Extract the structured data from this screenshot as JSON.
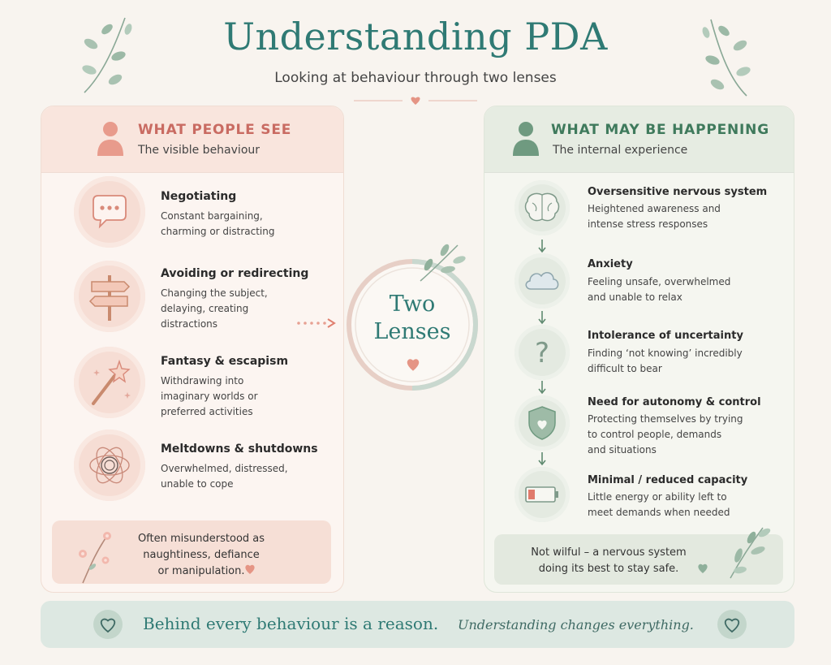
{
  "header": {
    "title": "Understanding PDA",
    "subtitle": "Looking at behaviour through two lenses"
  },
  "left": {
    "title": "WHAT PEOPLE SEE",
    "subtitle": "The visible behaviour",
    "items": [
      {
        "title": "Negotiating",
        "lines": [
          "Constant bargaining,",
          "charming or distracting"
        ],
        "icon": "speech-bubble-icon"
      },
      {
        "title": "Avoiding or redirecting",
        "lines": [
          "Changing the subject,",
          "delaying, creating",
          "distractions"
        ],
        "icon": "signpost-icon"
      },
      {
        "title": "Fantasy & escapism",
        "lines": [
          "Withdrawing into",
          "imaginary worlds or",
          "preferred activities"
        ],
        "icon": "magic-wand-icon"
      },
      {
        "title": "Meltdowns & shutdowns",
        "lines": [
          "Overwhelmed, distressed,",
          "unable to cope"
        ],
        "icon": "tangle-icon"
      }
    ],
    "callout": [
      "Often misunderstood as",
      "naughtiness, defiance",
      "or manipulation."
    ]
  },
  "right": {
    "title": "WHAT MAY BE HAPPENING",
    "subtitle": "The internal experience",
    "items": [
      {
        "title": "Oversensitive nervous system",
        "lines": [
          "Heightened awareness and",
          "intense stress responses"
        ],
        "icon": "brain-icon"
      },
      {
        "title": "Anxiety",
        "lines": [
          "Feeling unsafe, overwhelmed",
          "and unable to relax"
        ],
        "icon": "cloud-icon"
      },
      {
        "title": "Intolerance of uncertainty",
        "lines": [
          "Finding ‘not knowing’ incredibly",
          "difficult to bear"
        ],
        "icon": "question-mark-icon"
      },
      {
        "title": "Need for autonomy & control",
        "lines": [
          "Protecting themselves by trying",
          "to control people, demands",
          "and situations"
        ],
        "icon": "shield-heart-icon"
      },
      {
        "title": "Minimal / reduced capacity",
        "lines": [
          "Little energy or ability left to",
          "meet demands when needed"
        ],
        "icon": "low-battery-icon"
      }
    ],
    "callout": [
      "Not wilful – a nervous system",
      "doing its best to stay safe."
    ]
  },
  "center": {
    "line1": "Two",
    "line2": "Lenses"
  },
  "footer": {
    "main": "Behind every behaviour is a reason.",
    "script": "Understanding changes everything."
  },
  "colors": {
    "teal": "#2f7a74",
    "rose": "#c96b62",
    "green": "#3f7a5c"
  }
}
